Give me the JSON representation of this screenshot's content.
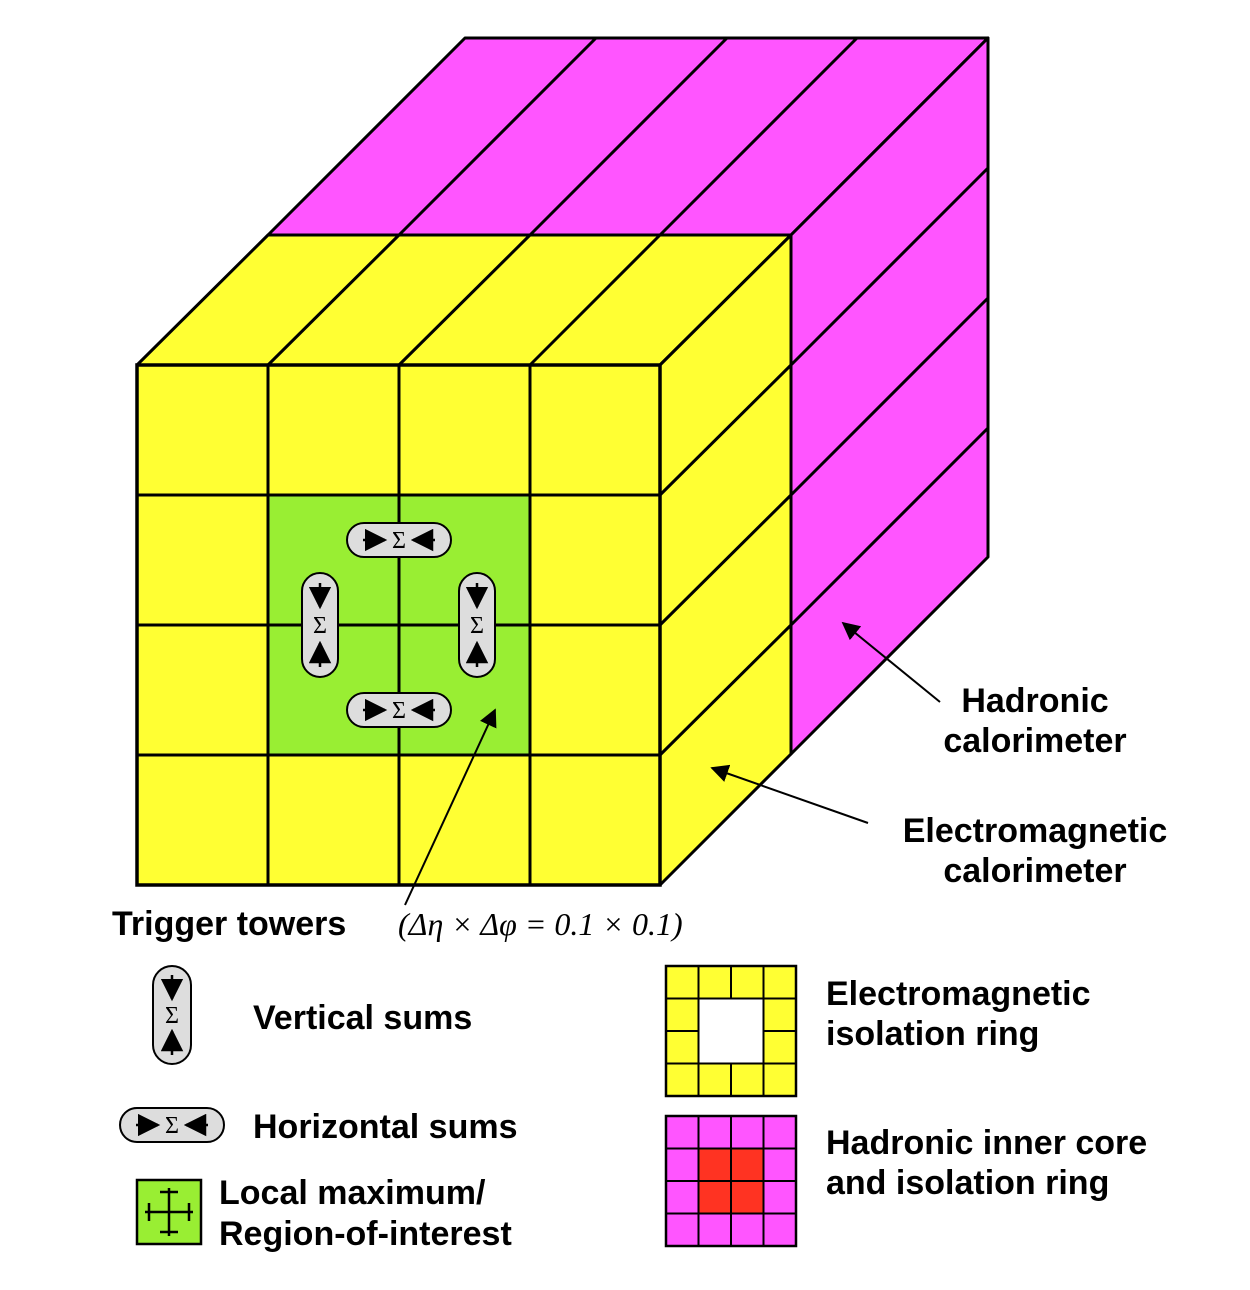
{
  "colors": {
    "em": "#ffff33",
    "had": "#ff55ff",
    "roi": "#99ee33",
    "core": "#ff3322",
    "sum": "#dddddd",
    "line": "#000000"
  },
  "sigma": "Σ",
  "labels": {
    "hadronic_1": "Hadronic",
    "hadronic_2": "calorimeter",
    "em_1": "Electromagnetic",
    "em_2": "calorimeter",
    "trigger_towers": "Trigger towers",
    "granularity": "(Δη × Δφ = 0.1 × 0.1)"
  },
  "legend": {
    "vertical_sums": "Vertical sums",
    "horizontal_sums": "Horizontal sums",
    "roi_1": "Local maximum/",
    "roi_2": "Region-of-interest",
    "em_ring_1": "Electromagnetic",
    "em_ring_2": "isolation ring",
    "had_ring_1": "Hadronic inner core",
    "had_ring_2": "and isolation ring"
  }
}
